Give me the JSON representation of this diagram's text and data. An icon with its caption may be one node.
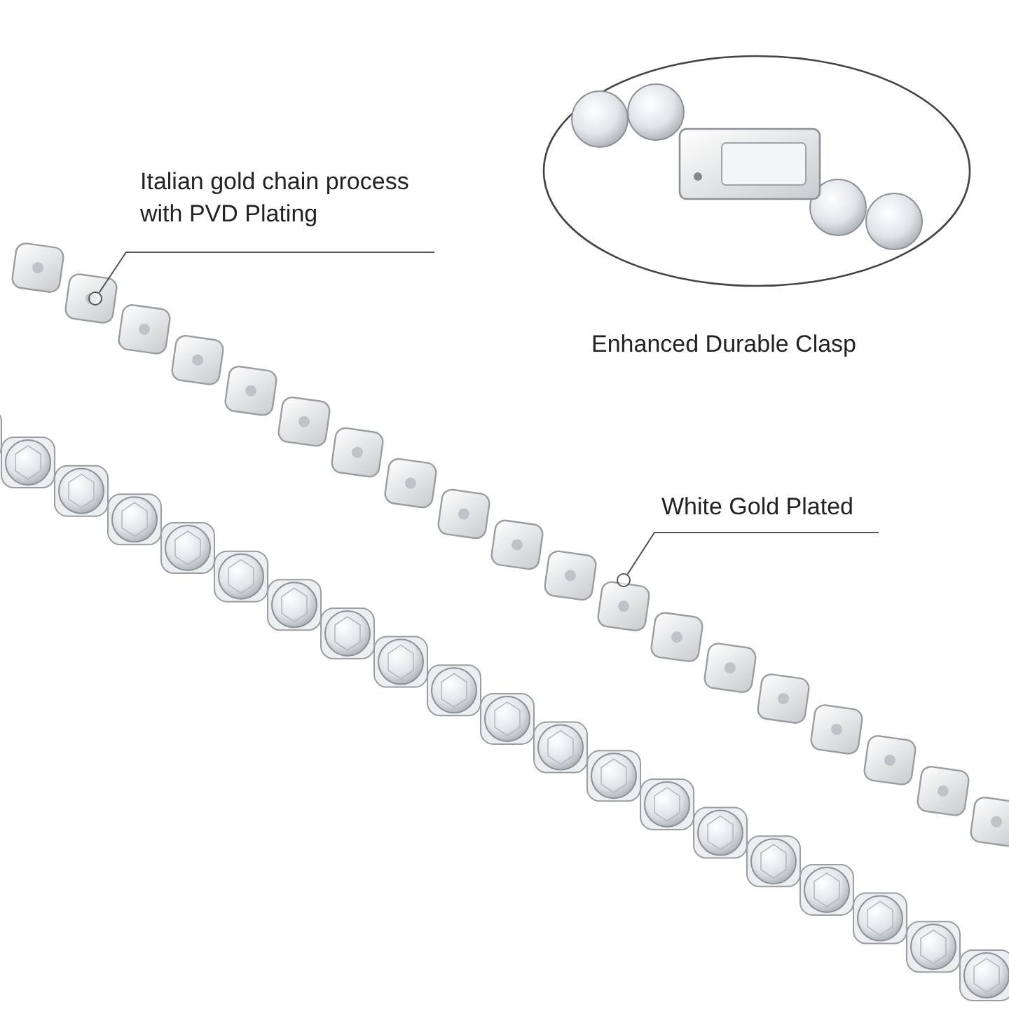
{
  "diagram": {
    "nodes": [
      {
        "text": [
          "Italian gold chain process with PVD Plating"
        ]
      },
      {
        "text": [],
        "shape": "circle"
      },
      {
        "text": [
          "White Gold Plated"
        ]
      },
      {
        "text": [],
        "shape": "circle"
      },
      {
        "text": [
          "Enhanced Durable Clasp"
        ]
      }
    ],
    "edges": [
      {
        "from": 0,
        "to": 1,
        "arrow": "none"
      },
      {
        "from": 2,
        "to": 3,
        "arrow": "none"
      }
    ]
  }
}
